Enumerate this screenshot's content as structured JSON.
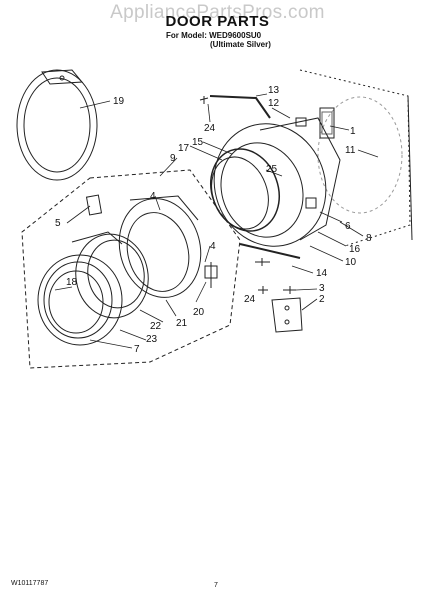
{
  "watermark": "AppliancePartsPros.com",
  "header": {
    "title": "DOOR PARTS",
    "model_line": "For Model: WED9600SU0",
    "model_variant": "(Ultimate Silver)"
  },
  "callouts": [
    "19",
    "13",
    "12",
    "24",
    "1",
    "11",
    "17",
    "15",
    "9",
    "25",
    "6",
    "5",
    "4",
    "4",
    "8",
    "16",
    "10",
    "14",
    "3",
    "24",
    "2",
    "18",
    "22",
    "21",
    "20",
    "23",
    "7"
  ],
  "footer": {
    "part_number": "W10117787",
    "page_number": "7"
  }
}
